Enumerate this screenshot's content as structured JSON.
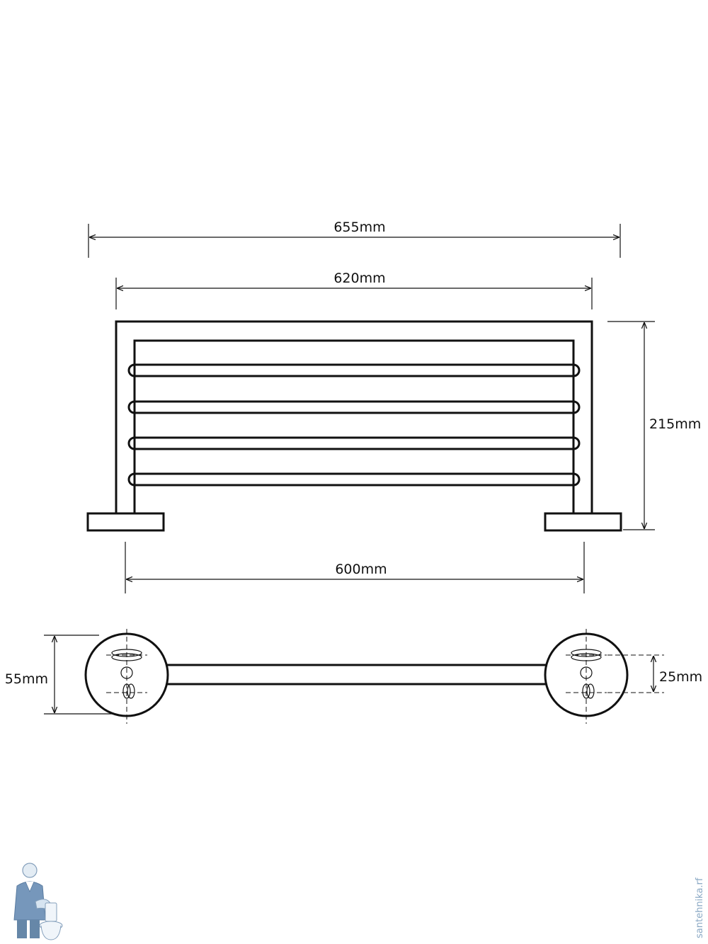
{
  "dimensions": {
    "overall_width": "655mm",
    "frame_width": "620mm",
    "fixing_distance": "600mm",
    "height": "215mm",
    "flange_diameter": "55mm",
    "hole_spacing": "25mm"
  },
  "watermark": {
    "text": "santehnika.rf",
    "icon": "plumber-mascot-icon",
    "color": "#8aa8c4"
  },
  "colors": {
    "line": "#111111",
    "background": "#ffffff"
  }
}
